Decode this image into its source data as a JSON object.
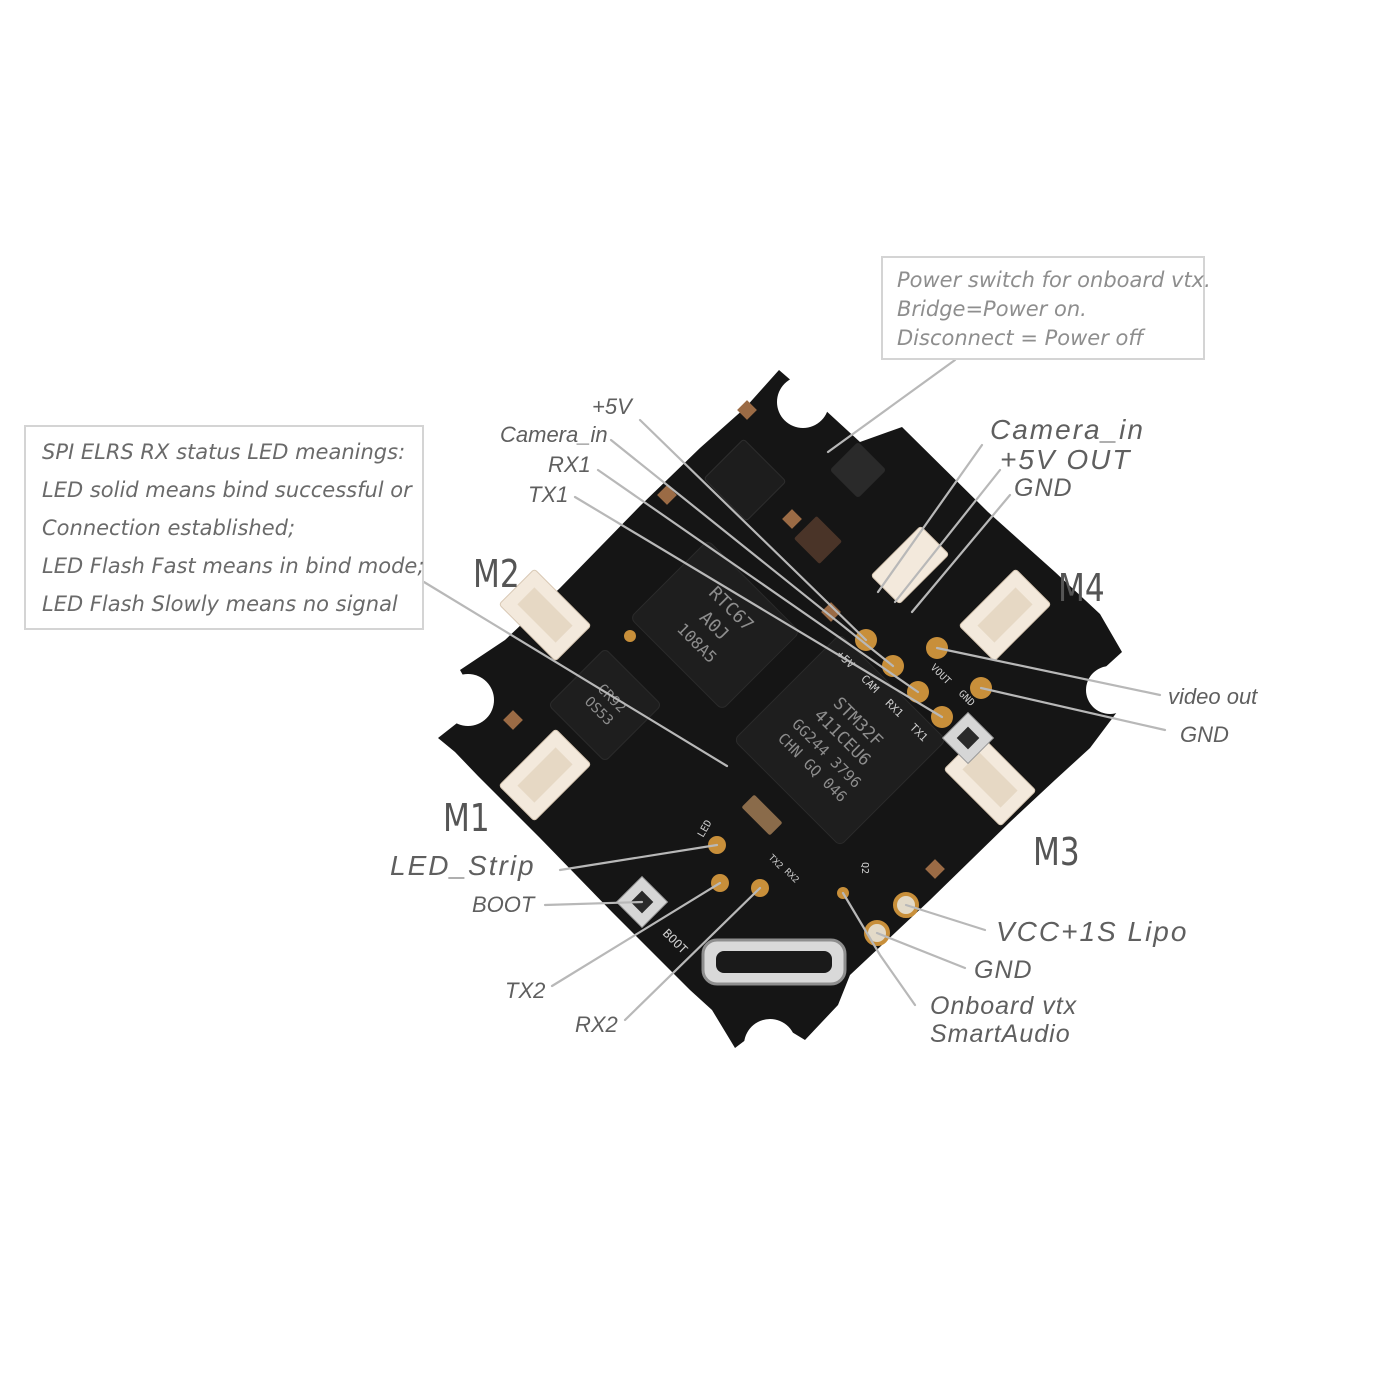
{
  "notes": {
    "vtx_power": [
      "Power switch for onboard vtx.",
      "Bridge=Power on.",
      "Disconnect = Power off"
    ],
    "elrs_led": [
      "SPI ELRS RX status LED meanings:",
      "LED solid means bind successful or",
      "Connection established;",
      "LED Flash Fast means in bind mode;",
      "LED Flash Slowly means no signal"
    ]
  },
  "labels": {
    "plus5v": "+5V",
    "camera_in_left": "Camera_in",
    "rx1": "RX1",
    "tx1": "TX1",
    "camera_in_right": "Camera_in",
    "plus5v_out": "+5V OUT",
    "gnd_top": "GND",
    "video_out": "video out",
    "gnd_right": "GND",
    "led_strip": "LED_Strip",
    "boot": "BOOT",
    "tx2": "TX2",
    "rx2": "RX2",
    "vcc": "VCC+1S Lipo",
    "gnd_bottom": "GND",
    "smartaudio_1": "Onboard vtx",
    "smartaudio_2": "SmartAudio"
  },
  "motors": {
    "m1": "M1",
    "m2": "M2",
    "m3": "M3",
    "m4": "M4"
  },
  "board_silk": {
    "fc_chip": [
      "STM32F",
      "411CEU6",
      "GG244 3796",
      "CHN GQ 046"
    ],
    "rx_chip": [
      "RTC67",
      "A0J",
      "108A5"
    ],
    "gyro_chip": [
      "CR92",
      "OS53"
    ],
    "pads_row": [
      "+5V",
      "CAM",
      "RX1",
      "TX1"
    ],
    "vout": "VOUT",
    "gnd": "GND",
    "led": "LED",
    "boot": "BOOT",
    "tx2": "TX2",
    "rx2": "RX2",
    "q2": "Q2"
  },
  "colors": {
    "board": "#151515",
    "pad": "#c88f3a",
    "connector": "#f3e9dc",
    "leader": "#b8b8b8",
    "label_text": "#5f5f5f",
    "note_border": "#d4d4d4"
  }
}
